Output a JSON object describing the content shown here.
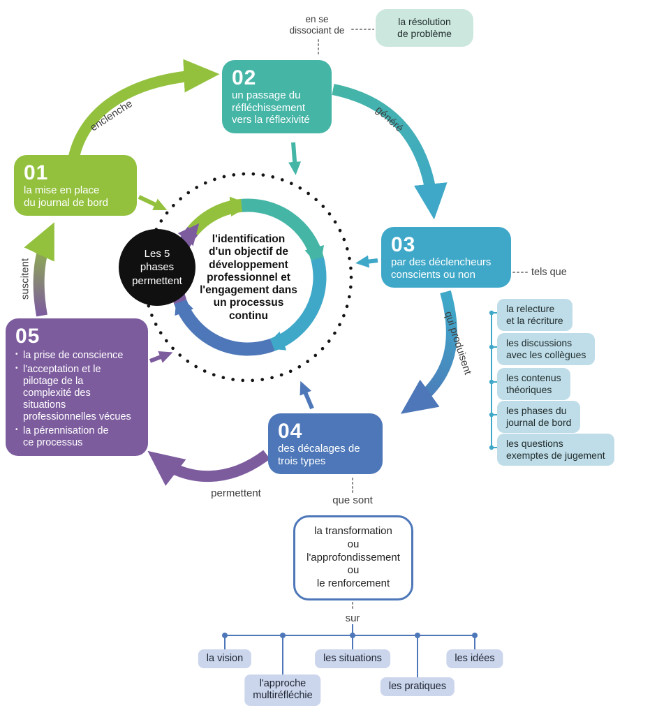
{
  "center": {
    "badge": "Les 5\nphases\npermettent",
    "objective": "l'identification\nd'un objectif de\ndéveloppement\nprofessionnel et\nl'engagement dans\nun processus\ncontinu"
  },
  "phases": [
    {
      "num": "01",
      "label": "la mise en place\ndu journal de bord"
    },
    {
      "num": "02",
      "label": "un passage du\nréfléchissement\nvers la réflexivité"
    },
    {
      "num": "03",
      "label": "par des déclencheurs\nconscients ou non"
    },
    {
      "num": "04",
      "label": "des décalages de\ntrois types"
    },
    {
      "num": "05",
      "bullets": [
        "la prise de conscience",
        "l'acceptation et le\npilotage de la\ncomplexité des\nsituations\nprofessionnelles vécues",
        "la pérennisation de\nce processus"
      ]
    }
  ],
  "arrows": {
    "enclenche": "enclenche",
    "genere": "généré",
    "qui_produisent": "qui produisent",
    "permettent": "permettent",
    "suscitent": "suscitent"
  },
  "dissociation": {
    "connector": "en se\ndissociant de",
    "box": "la résolution\nde problème"
  },
  "triggers": {
    "connector": "tels que",
    "items": [
      "la relecture\net la récriture",
      "les discussions\navec les collègues",
      "les contenus\nthéoriques",
      "les phases du\njournal de bord",
      "les questions\nexemptes de jugement"
    ]
  },
  "outcomes": {
    "que_sont": "que sont",
    "box": "la transformation\nou\nl'approfondissement\nou\nle renforcement",
    "sur": "sur",
    "leaves": [
      "la vision",
      "l'approche\nmultiréfléchie",
      "les situations",
      "les pratiques",
      "les idées"
    ]
  },
  "colors": {
    "green": "#93c13e",
    "teal": "#45b5a6",
    "cyan": "#3fa8c8",
    "blue": "#4d77b8",
    "purple": "#7d5c9e",
    "light_teal": "#cbe7de",
    "light_cyan": "#bfdde8",
    "light_periwinkle": "#cbd5ec"
  }
}
